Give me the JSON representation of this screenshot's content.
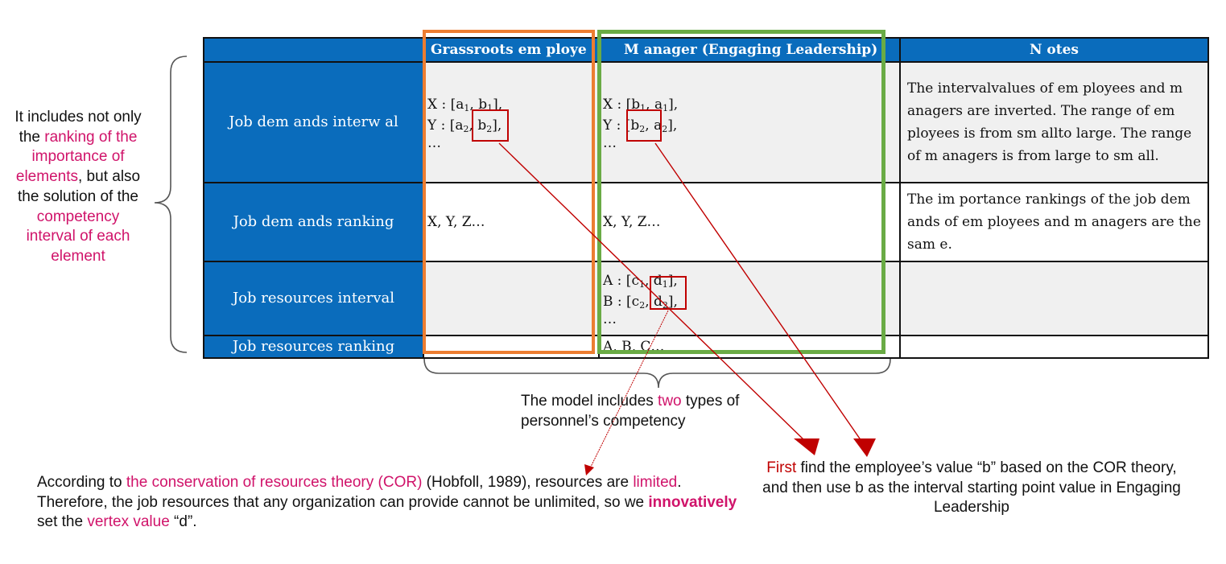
{
  "table": {
    "headers": [
      "",
      "Grassroots em ploye",
      "M anager (Engaging Leadership)",
      "N otes"
    ],
    "rows": [
      {
        "label": "Job dem ands interw al",
        "grassroots": [
          "X : [",
          "a",
          "1",
          ", ",
          "b",
          "1",
          "],",
          "Y : [",
          "a",
          "2",
          ", ",
          "b",
          "2",
          "],",
          "…"
        ],
        "grassroots_lines": {
          "l1_pre": "X : [",
          "l1_a": "a",
          "l1_asub": "1",
          "l1_mid": ", ",
          "l1_b": "b",
          "l1_bsub": "1",
          "l1_end": "],",
          "l2_pre": "Y : [",
          "l2_a": "a",
          "l2_asub": "2",
          "l2_mid": ", ",
          "l2_b": "b",
          "l2_bsub": "2",
          "l2_end": "],",
          "l3": "…"
        },
        "manager_lines": {
          "l1_pre": "X : [",
          "l1_a": "b",
          "l1_asub": "1",
          "l1_mid": ", ",
          "l1_b": "a",
          "l1_bsub": "1",
          "l1_end": "],",
          "l2_pre": "Y : [",
          "l2_a": "b",
          "l2_asub": "2",
          "l2_mid": ", ",
          "l2_b": "a",
          "l2_bsub": "2",
          "l2_end": "],",
          "l3": "…"
        },
        "notes": "The  intervalvalues of em ployees and m anagers are  inverted. The  range of em ployees is from  sm allto  large. The range of m anagers is from  large to sm all."
      },
      {
        "label": "Job dem ands ranking",
        "grassroots": "X, Y, Z…",
        "manager": "X, Y, Z…",
        "notes": "The  im portance rankings of the  job dem ands of em ployees and m anagers are  the sam e."
      },
      {
        "label": "Job resources interval",
        "grassroots": "",
        "manager_lines": {
          "l1_pre": "A : [",
          "l1_a": "c",
          "l1_asub": "1",
          "l1_mid": ", ",
          "l1_b": "d",
          "l1_bsub": "1",
          "l1_end": "],",
          "l2_pre": "B : [",
          "l2_a": "c",
          "l2_asub": "2",
          "l2_mid": ", ",
          "l2_b": "d",
          "l2_bsub": "2",
          "l2_end": "],",
          "l3": "…"
        },
        "notes": ""
      },
      {
        "label": "Job resources ranking",
        "grassroots": "",
        "manager": "A, B, C…",
        "notes": ""
      }
    ]
  },
  "left_note": {
    "t1": "It includes not only the",
    "t2": "ranking of the importance of elements",
    "t3": ", but also the solution of the",
    "t4": "competency interval of each element"
  },
  "model_note": {
    "t1": "The model includes ",
    "t2": "two",
    "t3": " types of personnel’s competency"
  },
  "first_note": {
    "t1": "First",
    "t2": " find the employee’s value “b” based on the COR theory, and then use b as the interval starting point value in Engaging Leadership"
  },
  "cor_note": {
    "t1": "According to ",
    "t2": "the conservation of resources theory (COR)",
    "t3": " (Hobfoll, 1989), resources are ",
    "t4": "limited",
    "t5": ". Therefore, the job resources that any organization can provide cannot be unlimited, so we ",
    "t6": "innovatively",
    "t7": " set the ",
    "t8": "vertex value",
    "t9": " “d”."
  },
  "colors": {
    "header_blue": "#0a6cbc",
    "grassroots_outline": "#ec7d31",
    "manager_outline": "#6aab45",
    "highlight_red": "#c00000",
    "emphasis_pink": "#d0136a"
  }
}
